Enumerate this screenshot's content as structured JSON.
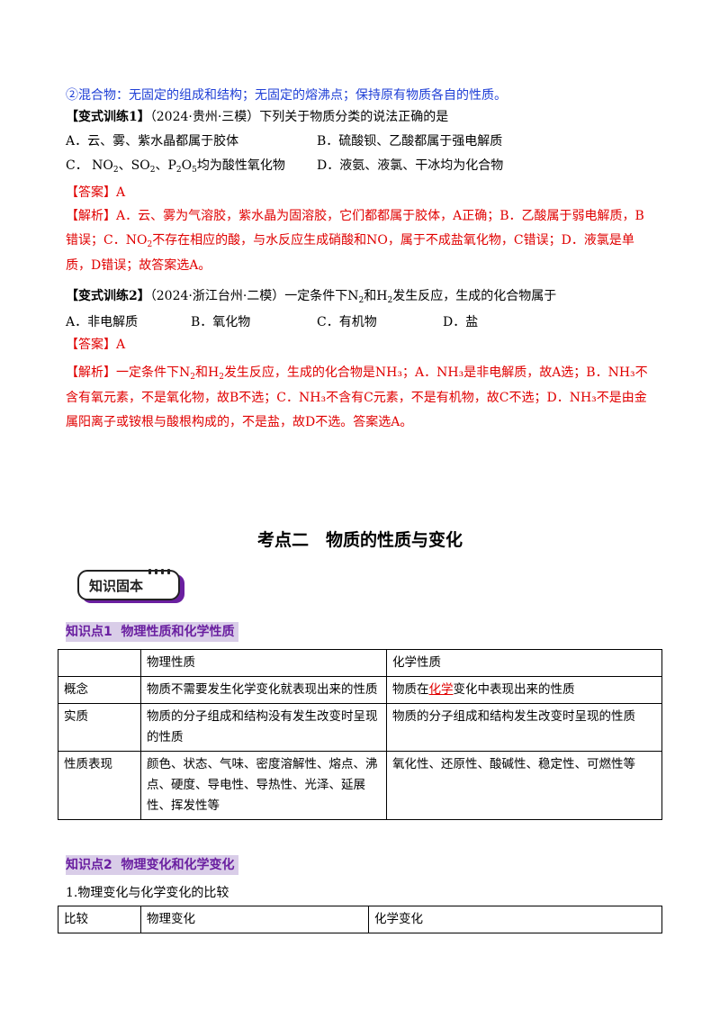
{
  "mixture_line": "②混合物：无固定的组成和结构；无固定的熔沸点；保持原有物质各自的性质。",
  "q1": {
    "head": "【变式训练1】",
    "src": "（2024·贵州·三模）下列关于物质分类的说法正确的是",
    "a": "A．云、雾、紫水晶都属于胶体",
    "b": "B．硫酸钡、乙酸都属于强电解质",
    "c_pre": "C．",
    "c_post": "均为酸性氧化物",
    "d": "D．液氨、液氯、干冰均为化合物",
    "answer": "【答案】A",
    "exp1": "【解析】A．云、雾为气溶胶，紫水晶为固溶胶，它们都都属于胶体，A正确；B．乙酸属于弱电解质，B",
    "exp2_pre": "错误；C．",
    "exp2_post": "不存在相应的酸，与水反应生成硝酸和NO，属于不成盐氧化物，C错误；D．液氯是单",
    "exp3": "质，D错误；故答案选A。"
  },
  "q2": {
    "head": "【变式训练2】",
    "src_pre": "（2024·浙江台州·二模）一定条件下",
    "src_mid": "和",
    "src_post": "发生反应，生成的化合物属于",
    "a": "A．非电解质",
    "b": "B．氧化物",
    "c": "C．有机物",
    "d": "D．盐",
    "answer": "【答案】A",
    "exp1_pre": "【解析】一定条件下",
    "exp1_mid": "和",
    "exp1_post": "发生反应，生成的化合物是NH₃；A．NH₃是非电解质，故A选；B．NH₃不",
    "exp2": "含有氧元素，不是氧化物，故B不选；C．NH₃不含有C元素，不是有机物，故C不选；D．NH₃不是由金",
    "exp3": "属阳离子或铵根与酸根构成的，不是盐，故D不选。答案选A。"
  },
  "section_title": "考点二　物质的性质与变化",
  "badge_label": "知识固本",
  "kp1": {
    "label": "知识点1",
    "title": "物理性质和化学性质"
  },
  "table1": {
    "headers": [
      "",
      "物理性质",
      "化学性质"
    ],
    "rows": [
      {
        "label": "概念",
        "phys": "物质不需要发生化学变化就表现出来的性质",
        "chem_pre": "物质在",
        "chem_ul": "化学",
        "chem_post": "变化中表现出来的性质"
      },
      {
        "label": "实质",
        "phys": "物质的分子组成和结构没有发生改变时呈现的性质",
        "chem": "物质的分子组成和结构发生改变时呈现的性质"
      },
      {
        "label": "性质表现",
        "phys": "颜色、状态、气味、密度溶解性、熔点、沸点、硬度、导电性、导热性、光泽、延展性、挥发性等",
        "chem": "氧化性、还原性、酸碱性、稳定性、可燃性等"
      }
    ]
  },
  "kp2": {
    "label": "知识点2",
    "title": "物理变化和化学变化"
  },
  "compare_line": "1.物理变化与化学变化的比较",
  "table2": {
    "headers": [
      "比较",
      "物理变化",
      "化学变化"
    ]
  },
  "formulas": {
    "no2": "NO₂",
    "so2": "SO₂",
    "p2o5": "P₂O₅",
    "n2": "N₂",
    "h2": "H₂"
  },
  "colors": {
    "blue": "#1f3fd6",
    "red": "#e00000",
    "purple": "#6a1fa0",
    "highlight": "#d9cde8"
  }
}
